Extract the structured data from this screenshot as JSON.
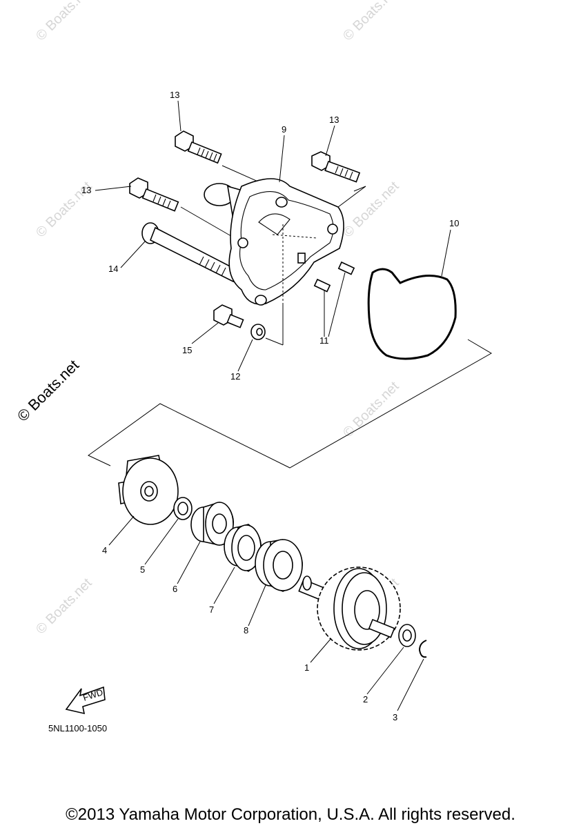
{
  "watermark": "© Boats.net",
  "side_watermark": "© Boats.net",
  "diagram_code": "5NL1100-1050",
  "copyright": "©2013 Yamaha Motor Corporation, U.S.A. All rights reserved.",
  "fwd_label": "FWD",
  "callouts": {
    "c1": "1",
    "c2": "2",
    "c3": "3",
    "c4": "4",
    "c5": "5",
    "c6": "6",
    "c7": "7",
    "c8": "8",
    "c9": "9",
    "c10": "10",
    "c11": "11",
    "c12": "12",
    "c13a": "13",
    "c13b": "13",
    "c13c": "13",
    "c14": "14",
    "c15": "15"
  }
}
